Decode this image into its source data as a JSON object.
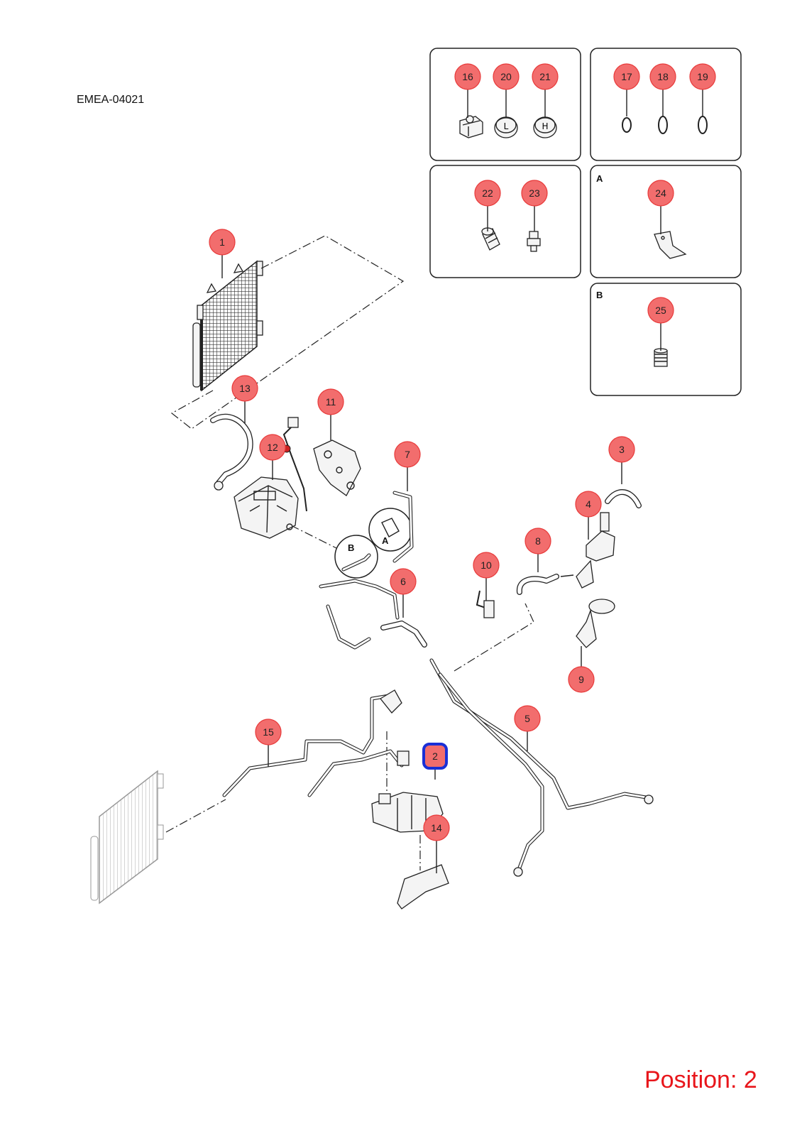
{
  "document_id": "EMEA-04021",
  "position_label": "Position: 2",
  "colors": {
    "callout_fill": "#f26d6d",
    "callout_stroke": "#e83a3a",
    "highlight": "#1a2fd6",
    "position_text": "#e8161b"
  },
  "panels": {
    "a_letter": "A",
    "b_letter": "B"
  },
  "detail_letters": {
    "a": "A",
    "b": "B"
  },
  "callouts": [
    {
      "id": "c1",
      "label": "1"
    },
    {
      "id": "c2",
      "label": "2",
      "highlighted": true
    },
    {
      "id": "c3",
      "label": "3"
    },
    {
      "id": "c4",
      "label": "4"
    },
    {
      "id": "c5",
      "label": "5"
    },
    {
      "id": "c6",
      "label": "6"
    },
    {
      "id": "c7",
      "label": "7"
    },
    {
      "id": "c8",
      "label": "8"
    },
    {
      "id": "c9",
      "label": "9"
    },
    {
      "id": "c10",
      "label": "10"
    },
    {
      "id": "c11",
      "label": "11"
    },
    {
      "id": "c12",
      "label": "12"
    },
    {
      "id": "c13",
      "label": "13"
    },
    {
      "id": "c14",
      "label": "14"
    },
    {
      "id": "c15",
      "label": "15"
    },
    {
      "id": "c16",
      "label": "16"
    },
    {
      "id": "c17",
      "label": "17"
    },
    {
      "id": "c18",
      "label": "18"
    },
    {
      "id": "c19",
      "label": "19"
    },
    {
      "id": "c20",
      "label": "20"
    },
    {
      "id": "c21",
      "label": "21"
    },
    {
      "id": "c22",
      "label": "22"
    },
    {
      "id": "c23",
      "label": "23"
    },
    {
      "id": "c24",
      "label": "24"
    },
    {
      "id": "c25",
      "label": "25"
    }
  ],
  "cap_labels": {
    "low": "L",
    "high": "H"
  }
}
